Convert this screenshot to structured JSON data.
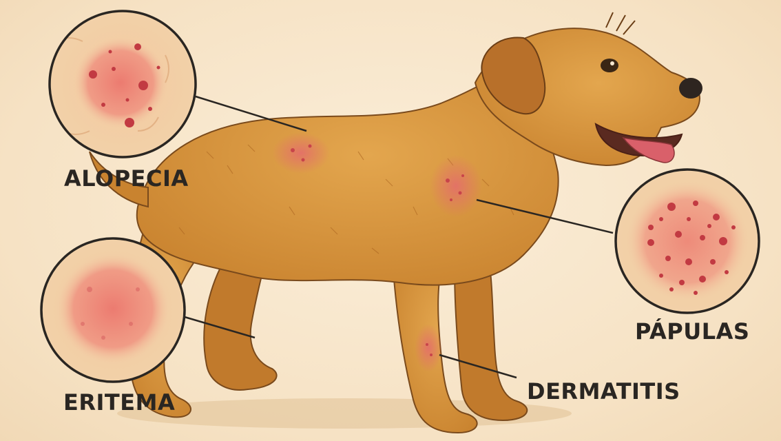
{
  "labels": {
    "alopecia": "ALOPECIA",
    "eritema": "ERITEMA",
    "papulas": "PÁPULAS",
    "dermatitis": "DERMATITIS"
  },
  "colors": {
    "background": "#f7e6cc",
    "fur": "#d9963f",
    "lesion": "#e0736a",
    "outline": "#2a2622"
  }
}
